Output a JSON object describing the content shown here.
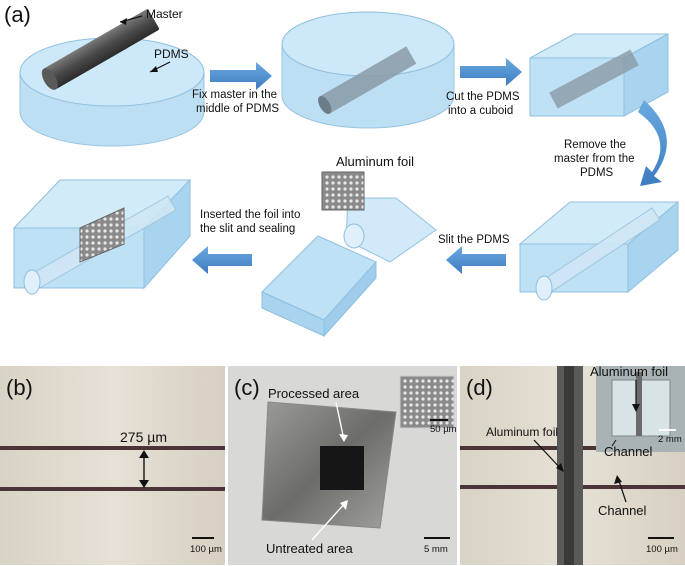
{
  "panel_labels": {
    "a": "(a)",
    "b": "(b)",
    "c": "(c)",
    "d": "(d)"
  },
  "panel_a": {
    "labels": {
      "master": "Master",
      "pdms": "PDMS",
      "aluminum_foil": "Aluminum foil"
    },
    "steps": {
      "fix_line1": "Fix master in the",
      "fix_line2": "middle of PDMS",
      "cut_line1": "Cut the PDMS",
      "cut_line2": "into a cuboid",
      "remove_line1": "Remove the",
      "remove_line2": "master from the",
      "remove_line3": "PDMS",
      "slit": "Slit the PDMS",
      "insert_line1": "Inserted the foil into",
      "insert_line2": "the slit and sealing"
    }
  },
  "panel_b": {
    "gap_label": "275 µm",
    "scale_bar": "100 µm"
  },
  "panel_c": {
    "processed_area": "Processed area",
    "untreated_area": "Untreated area",
    "inset_scale_bar": "50 µm",
    "scale_bar": "5 mm"
  },
  "panel_d": {
    "aluminum_foil_left": "Aluminum foil",
    "aluminum_foil_inset": "Aluminum foil",
    "channel_inset": "Channel",
    "channel": "Channel",
    "inset_scale_bar": "2 mm",
    "scale_bar": "100 µm"
  },
  "colors": {
    "pdms_fill": "#b6dcf2",
    "pdms_edge": "#8fbfe0",
    "arrow": "#4a8fd0",
    "master": "#4a4a4a"
  }
}
